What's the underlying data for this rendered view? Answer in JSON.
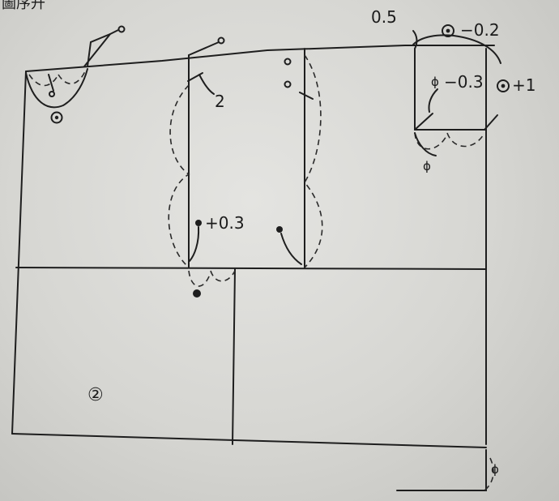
{
  "header_fragment": "圖序升",
  "labels": {
    "shoulder_seam": "0.5",
    "shoulder_adjust": "−0.2",
    "armhole_adjust": "−0.3",
    "side_adjust": "+1",
    "dart_mark": "2",
    "waist_adjust": "+0.3",
    "piece_number": "②"
  }
}
